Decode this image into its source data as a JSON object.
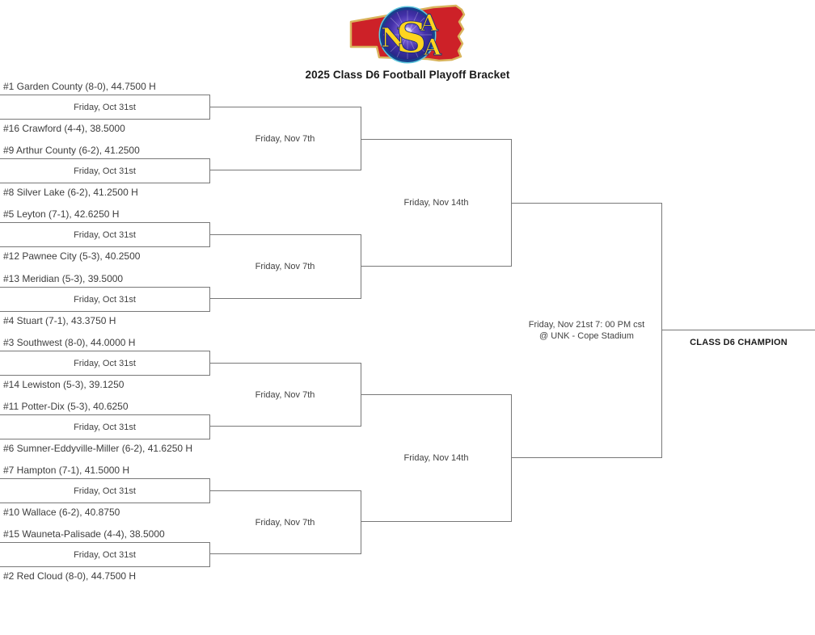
{
  "page": {
    "title": "2025 Class D6 Football Playoff Bracket",
    "champion_label": "CLASS D6 CHAMPION"
  },
  "logo": {
    "name": "nsaa-logo",
    "letters": [
      "N",
      "S",
      "A",
      "A"
    ],
    "colors": {
      "state_fill": "#cd2128",
      "state_border": "#d9b45c",
      "ring_outer": "#5fc8dd",
      "ring_inner": "#17418c",
      "burst_center": "#b9b6f2",
      "burst_mid": "#5538b4",
      "burst_edge": "#1b2378",
      "letter_fill": "#ffd51e"
    }
  },
  "colors": {
    "bracket_line": "#787878",
    "text": "#424242",
    "title_text": "#1b1b1b"
  },
  "chart_data": {
    "type": "table",
    "title": "2025 Class D6 Football Playoff Bracket",
    "champion_label": "CLASS D6 CHAMPION",
    "round_dates": [
      "Friday, Oct 31st",
      "Friday, Nov 7th",
      "Friday, Nov 14th",
      "Friday, Nov 21st 7: 00 PM cst @ UNK - Cope Stadium"
    ],
    "seeds": [
      1,
      16,
      9,
      8,
      5,
      12,
      13,
      4,
      3,
      14,
      11,
      6,
      7,
      10,
      15,
      2
    ],
    "teams": [
      {
        "seed": 1,
        "name": "Garden County",
        "record": "8-0",
        "points": 44.75,
        "home": true
      },
      {
        "seed": 16,
        "name": "Crawford",
        "record": "4-4",
        "points": 38.5,
        "home": false
      },
      {
        "seed": 9,
        "name": "Arthur County",
        "record": "6-2",
        "points": 41.25,
        "home": false
      },
      {
        "seed": 8,
        "name": "Silver Lake",
        "record": "6-2",
        "points": 41.25,
        "home": true
      },
      {
        "seed": 5,
        "name": "Leyton",
        "record": "7-1",
        "points": 42.625,
        "home": true
      },
      {
        "seed": 12,
        "name": "Pawnee City",
        "record": "5-3",
        "points": 40.25,
        "home": false
      },
      {
        "seed": 13,
        "name": "Meridian",
        "record": "5-3",
        "points": 39.5,
        "home": false
      },
      {
        "seed": 4,
        "name": "Stuart",
        "record": "7-1",
        "points": 43.375,
        "home": true
      },
      {
        "seed": 3,
        "name": "Southwest",
        "record": "8-0",
        "points": 44.0,
        "home": true
      },
      {
        "seed": 14,
        "name": "Lewiston",
        "record": "5-3",
        "points": 39.125,
        "home": false
      },
      {
        "seed": 11,
        "name": "Potter-Dix",
        "record": "5-3",
        "points": 40.625,
        "home": false
      },
      {
        "seed": 6,
        "name": "Sumner-Eddyville-Miller",
        "record": "6-2",
        "points": 41.625,
        "home": true
      },
      {
        "seed": 7,
        "name": "Hampton",
        "record": "7-1",
        "points": 41.5,
        "home": true
      },
      {
        "seed": 10,
        "name": "Wallace",
        "record": "6-2",
        "points": 40.875,
        "home": false
      },
      {
        "seed": 15,
        "name": "Wauneta-Palisade",
        "record": "4-4",
        "points": 38.5,
        "home": false
      },
      {
        "seed": 2,
        "name": "Red Cloud",
        "record": "8-0",
        "points": 44.75,
        "home": true
      }
    ]
  },
  "bracket": {
    "round1": [
      {
        "top_team": "#1 Garden County (8-0), 44.7500 H",
        "date": "Friday, Oct 31st",
        "bottom_team": "#16 Crawford (4-4), 38.5000"
      },
      {
        "top_team": "#9 Arthur County (6-2), 41.2500",
        "date": "Friday, Oct 31st",
        "bottom_team": "#8 Silver Lake (6-2), 41.2500 H"
      },
      {
        "top_team": "#5 Leyton (7-1), 42.6250 H",
        "date": "Friday, Oct 31st",
        "bottom_team": "#12 Pawnee City (5-3), 40.2500"
      },
      {
        "top_team": "#13 Meridian (5-3), 39.5000",
        "date": "Friday, Oct 31st",
        "bottom_team": "#4 Stuart (7-1), 43.3750 H"
      },
      {
        "top_team": "#3 Southwest (8-0), 44.0000 H",
        "date": "Friday, Oct 31st",
        "bottom_team": "#14 Lewiston (5-3), 39.1250"
      },
      {
        "top_team": "#11 Potter-Dix (5-3), 40.6250",
        "date": "Friday, Oct 31st",
        "bottom_team": "#6 Sumner-Eddyville-Miller (6-2), 41.6250 H"
      },
      {
        "top_team": "#7 Hampton (7-1), 41.5000 H",
        "date": "Friday, Oct 31st",
        "bottom_team": "#10 Wallace (6-2), 40.8750"
      },
      {
        "top_team": "#15 Wauneta-Palisade (4-4), 38.5000",
        "date": "Friday, Oct 31st",
        "bottom_team": "#2 Red Cloud (8-0), 44.7500 H"
      }
    ],
    "round2": [
      {
        "date": "Friday, Nov 7th"
      },
      {
        "date": "Friday, Nov 7th"
      },
      {
        "date": "Friday, Nov 7th"
      },
      {
        "date": "Friday, Nov 7th"
      }
    ],
    "semifinals": [
      {
        "date": "Friday, Nov 14th"
      },
      {
        "date": "Friday, Nov 14th"
      }
    ],
    "final": {
      "date": "Friday, Nov 21st 7: 00 PM cst",
      "venue": "@ UNK - Cope Stadium"
    }
  }
}
